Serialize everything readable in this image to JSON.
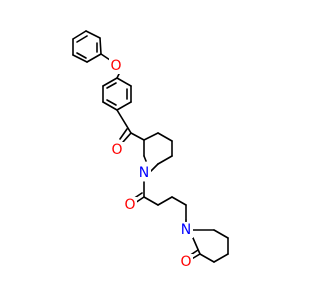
{
  "molecule": {
    "atom_labels": {
      "ether_oxygen": "O",
      "ketone_oxygen": "O",
      "piperidine_nitrogen": "N",
      "amide_oxygen": "O",
      "lactam_nitrogen": "N",
      "lactam_oxygen": "O"
    },
    "colors": {
      "bond": "#000000",
      "oxygen": "#ff0000",
      "nitrogen": "#0000ff",
      "background": "#ffffff"
    }
  }
}
